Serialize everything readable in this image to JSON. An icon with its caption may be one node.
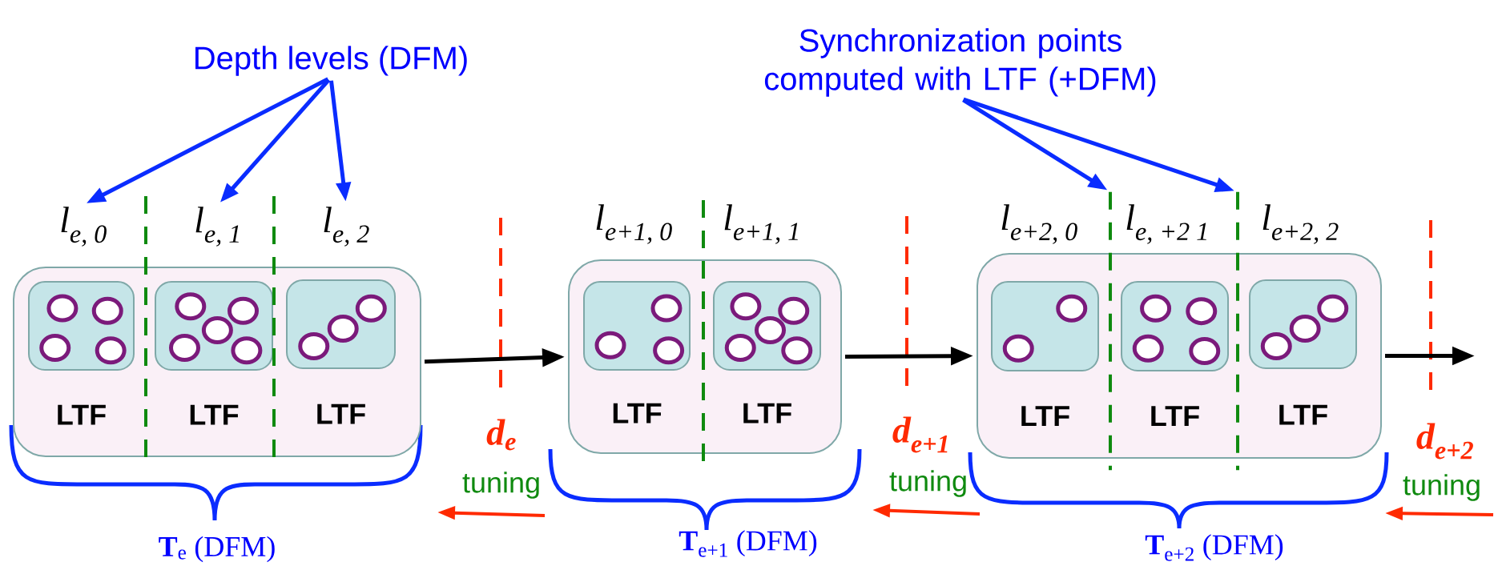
{
  "diagram": {
    "nodes": [
      {
        "text": [
          "Depth levels (DFM)"
        ]
      },
      {
        "text": [
          "Synchronization points computed with LTF (+DFM)"
        ]
      },
      {
        "text": [
          "l$_{e, 0}$"
        ]
      },
      {
        "text": [
          "l$_{e, 1}$"
        ]
      },
      {
        "text": [
          "l$_{e, 2}$"
        ]
      },
      {
        "text": [
          "l$_{e+1, 0}$"
        ]
      },
      {
        "text": [
          "l$_{e+1, 1}$"
        ]
      },
      {
        "text": [
          "l$_{e+2, 0}$"
        ]
      },
      {
        "text": [],
        "shape": "line"
      },
      {
        "text": [
          "l$_{e, +2 1}$"
        ]
      },
      {
        "text": [],
        "shape": "line"
      },
      {
        "text": [
          "l$_{e+2, 2}$"
        ]
      },
      {
        "text": [],
        "shape": "box"
      },
      {
        "text": [
          "LTF"
        ],
        "in": 12
      },
      {
        "text": [
          "LTF"
        ],
        "in": 12
      },
      {
        "text": [
          "LTF"
        ],
        "in": 12
      },
      {
        "text": [],
        "shape": "box"
      },
      {
        "text": [
          "LTF"
        ],
        "in": 16
      },
      {
        "text": [
          "LTF"
        ],
        "in": 16
      },
      {
        "text": [],
        "shape": "box"
      },
      {
        "text": [
          "LTF"
        ],
        "in": 19
      },
      {
        "text": [
          "LTF"
        ],
        "in": 19
      },
      {
        "text": [
          "LTF"
        ],
        "in": 19
      }
    ],
    "edges": [
      {
        "from": 0,
        "to": 2,
        "arrow": "to"
      },
      {
        "from": 0,
        "to": 3,
        "arrow": "to"
      },
      {
        "from": 0,
        "to": 4,
        "arrow": "to"
      },
      {
        "from": 1,
        "to": 8,
        "arrow": "to"
      },
      {
        "from": 1,
        "to": 10,
        "arrow": "to"
      },
      {
        "from": 12,
        "to": 16,
        "arrow": "to",
        "color": "#000000"
      },
      {
        "from": 16,
        "to": 19,
        "arrow": "to",
        "color": "#000000"
      },
      {
        "from": 19,
        "to": null,
        "arrow": "to",
        "color": "#000000"
      }
    ],
    "labels": [
      "d$_{e}$",
      "tuning",
      "d$_{e+1}$",
      "tuning",
      "d$_{e+2}$",
      "tuning",
      "**T**$_{e}$ (DFM)",
      "**T**$_{e+1}$ (DFM)",
      "**T**$_{e+2}$ (DFM)"
    ]
  }
}
